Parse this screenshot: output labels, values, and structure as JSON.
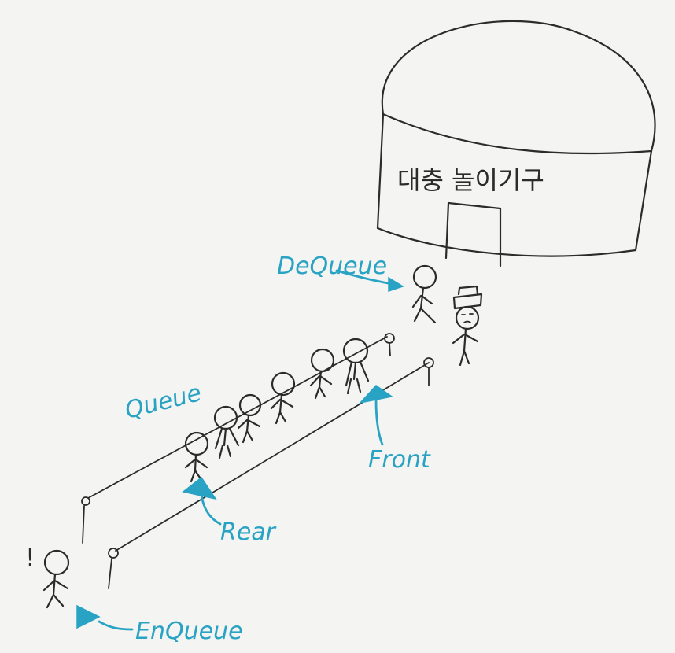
{
  "colors": {
    "accent": "#29a3c4",
    "ink": "#2b2b2b"
  },
  "building": {
    "sign": "대충 놀이기구"
  },
  "labels": {
    "dequeue": "DeQueue",
    "queue": "Queue",
    "front": "Front",
    "rear": "Rear",
    "enqueue": "EnQueue",
    "exclaim": "!"
  }
}
